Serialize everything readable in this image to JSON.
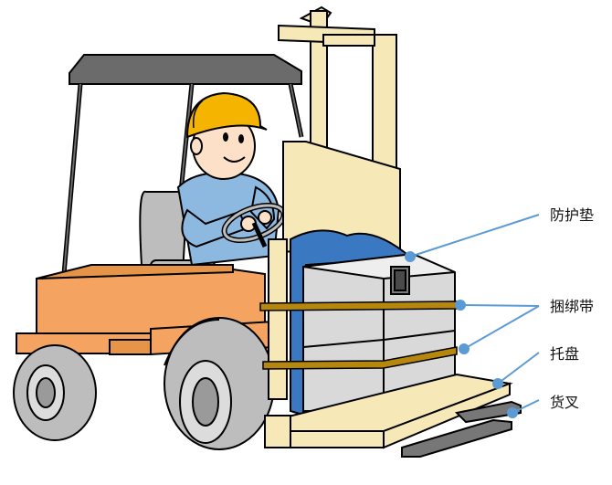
{
  "labels": {
    "protective_pad": "防护垫",
    "strapping_band": "捆绑带",
    "pallet": "托盘",
    "fork": "货叉"
  },
  "colors": {
    "leader_line": "#5b9bd5",
    "leader_dot": "#5b9bd5",
    "forklift_body": "#f4a460",
    "mast": "#f7e8b8",
    "canopy": "#6b6b6b",
    "tire": "#bdbdbd",
    "cargo": "#d9d9d9",
    "strap": "#b5870f",
    "pad": "#3a78c2",
    "helmet": "#f5b400",
    "shirt": "#8db8e0"
  },
  "icons": [
    "forklift-illustration",
    "worker-illustration"
  ]
}
